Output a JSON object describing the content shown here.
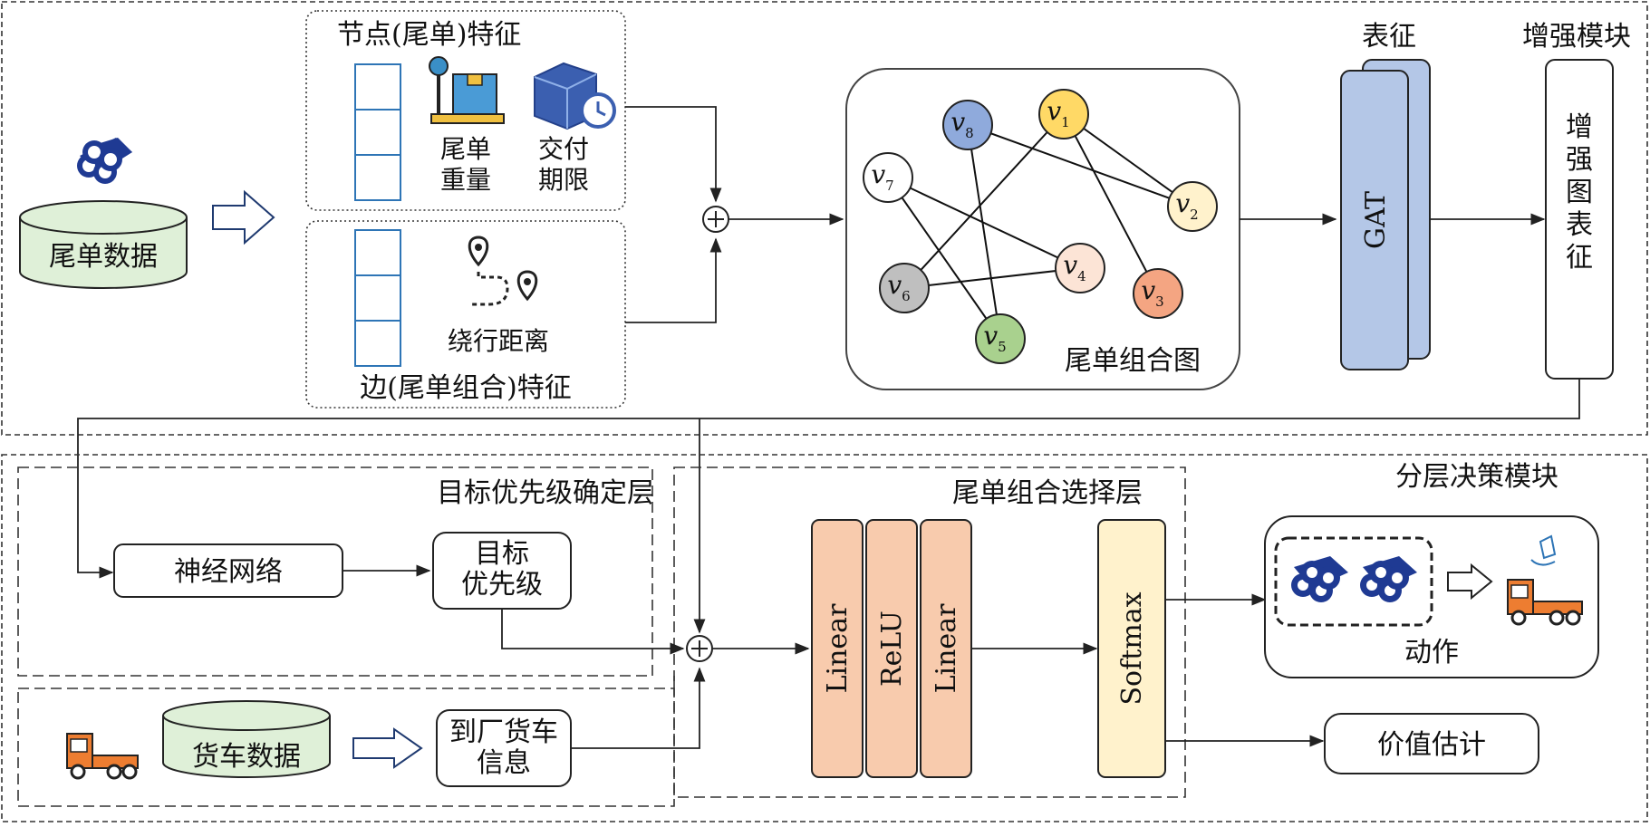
{
  "colors": {
    "db_fill": "#dff0d8",
    "gat_fill": "#b4c7e7",
    "linear_fill": "#f8cbad",
    "softmax_fill": "#fff2cc",
    "truck_orange": "#ed7d31",
    "pipe_blue": "#1f3a93"
  },
  "top_module": {
    "tail_data_label": "尾单数据",
    "node_feature_title": "节点(尾单)特征",
    "node_feature_items": [
      "尾单\n重量",
      "交付\n期限"
    ],
    "edge_feature_title": "边(尾单组合)特征",
    "edge_feature_item": "绕行距离",
    "graph_label": "尾单组合图",
    "representation_label": "表征",
    "gat_label": "GAT",
    "enhance_module_label": "增强模块",
    "enhanced_graph_label": "增强图表征"
  },
  "graph_nodes": [
    {
      "id": "v1",
      "sub": "1",
      "color": "#ffd966"
    },
    {
      "id": "v2",
      "sub": "2",
      "color": "#fff2cc"
    },
    {
      "id": "v3",
      "sub": "3",
      "color": "#f4a582"
    },
    {
      "id": "v4",
      "sub": "4",
      "color": "#fce4d6"
    },
    {
      "id": "v5",
      "sub": "5",
      "color": "#a9d18e"
    },
    {
      "id": "v6",
      "sub": "6",
      "color": "#bfbfbf"
    },
    {
      "id": "v7",
      "sub": "7",
      "color": "#ffffff"
    },
    {
      "id": "v8",
      "sub": "8",
      "color": "#8faadc"
    }
  ],
  "bottom_module": {
    "title": "分层决策模块",
    "priority_layer_title": "目标优先级确定层",
    "neural_net_label": "神经网络",
    "target_priority_label": "目标\n优先级",
    "selection_layer_title": "尾单组合选择层",
    "truck_data_label": "货车数据",
    "arriving_truck_label": "到厂货车\n信息",
    "layers": [
      "Linear",
      "ReLU",
      "Linear"
    ],
    "softmax_label": "Softmax",
    "action_label": "动作",
    "value_label": "价值估计"
  }
}
